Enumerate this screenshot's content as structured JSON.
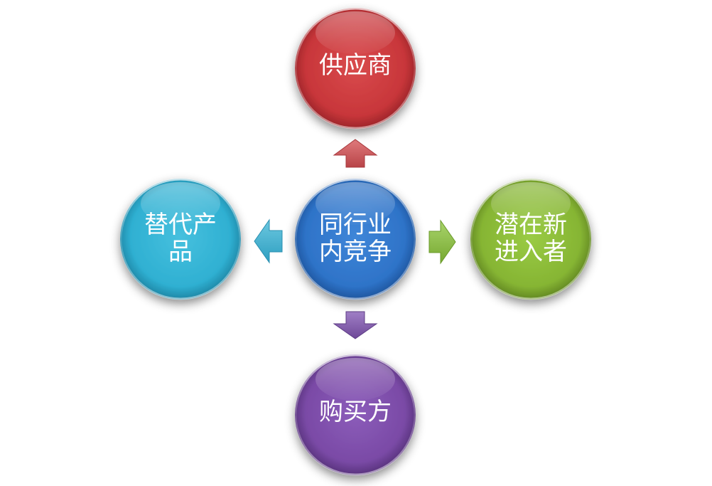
{
  "diagram": {
    "center": {
      "line1": "同行业",
      "line2": "内竞争",
      "color": "#2E73C8"
    },
    "top": {
      "label": "供应商",
      "color": "#C8363A"
    },
    "right": {
      "line1": "潜在新",
      "line2": "进入者",
      "color": "#86B533"
    },
    "bottom": {
      "label": "购买方",
      "color": "#7A4AA6"
    },
    "left": {
      "line1": "替代产",
      "line2": "品",
      "color": "#2FB0D2"
    },
    "arrows": {
      "up_color": "#C7585B",
      "right_color": "#8CBF4A",
      "down_color": "#8A64B5",
      "left_color": "#45B4D3"
    }
  }
}
